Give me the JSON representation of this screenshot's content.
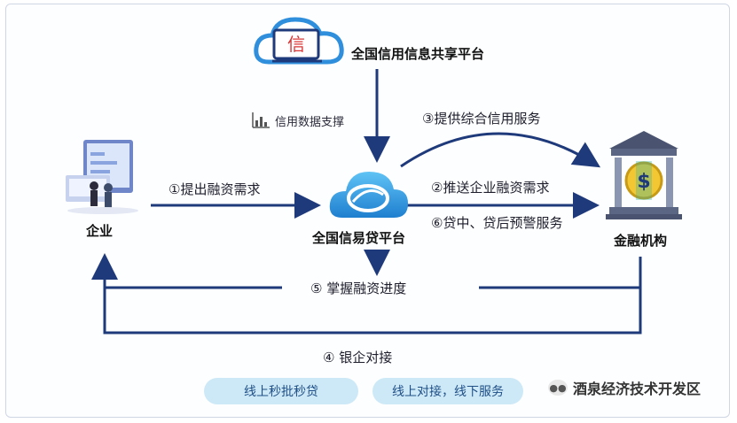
{
  "nodes": {
    "credit_sharing_platform": "全国信用信息共享平台",
    "credit_sharing_icon_char": "信",
    "credit_loan_platform": "全国信易贷平台",
    "enterprise": "企业",
    "financial_institution": "金融机构",
    "bank_icon_char": "$"
  },
  "edges": {
    "credit_data_support": "信用数据支撑",
    "step1": "①提出融资需求",
    "step2": "②推送企业融资需求",
    "step3": "③提供综合信用服务",
    "step4": "④ 银企对接",
    "step5": "⑤ 掌握融资进度",
    "step6": "⑥贷中、贷后预警服务"
  },
  "pills": {
    "left": "线上秒批秒贷",
    "right": "线上对接，线下服务"
  },
  "watermark": "酒泉经济技术开发区",
  "colors": {
    "arrow": "#1f3a7a",
    "pill_bg": "#cde9f7",
    "pill_text": "#1f4f86",
    "cloud_blue": "#2f8fdc"
  },
  "icons": [
    "cloud-credit-icon",
    "chart-icon",
    "enterprise-icon",
    "cloud-platform-icon",
    "bank-icon",
    "wechat-icon"
  ]
}
